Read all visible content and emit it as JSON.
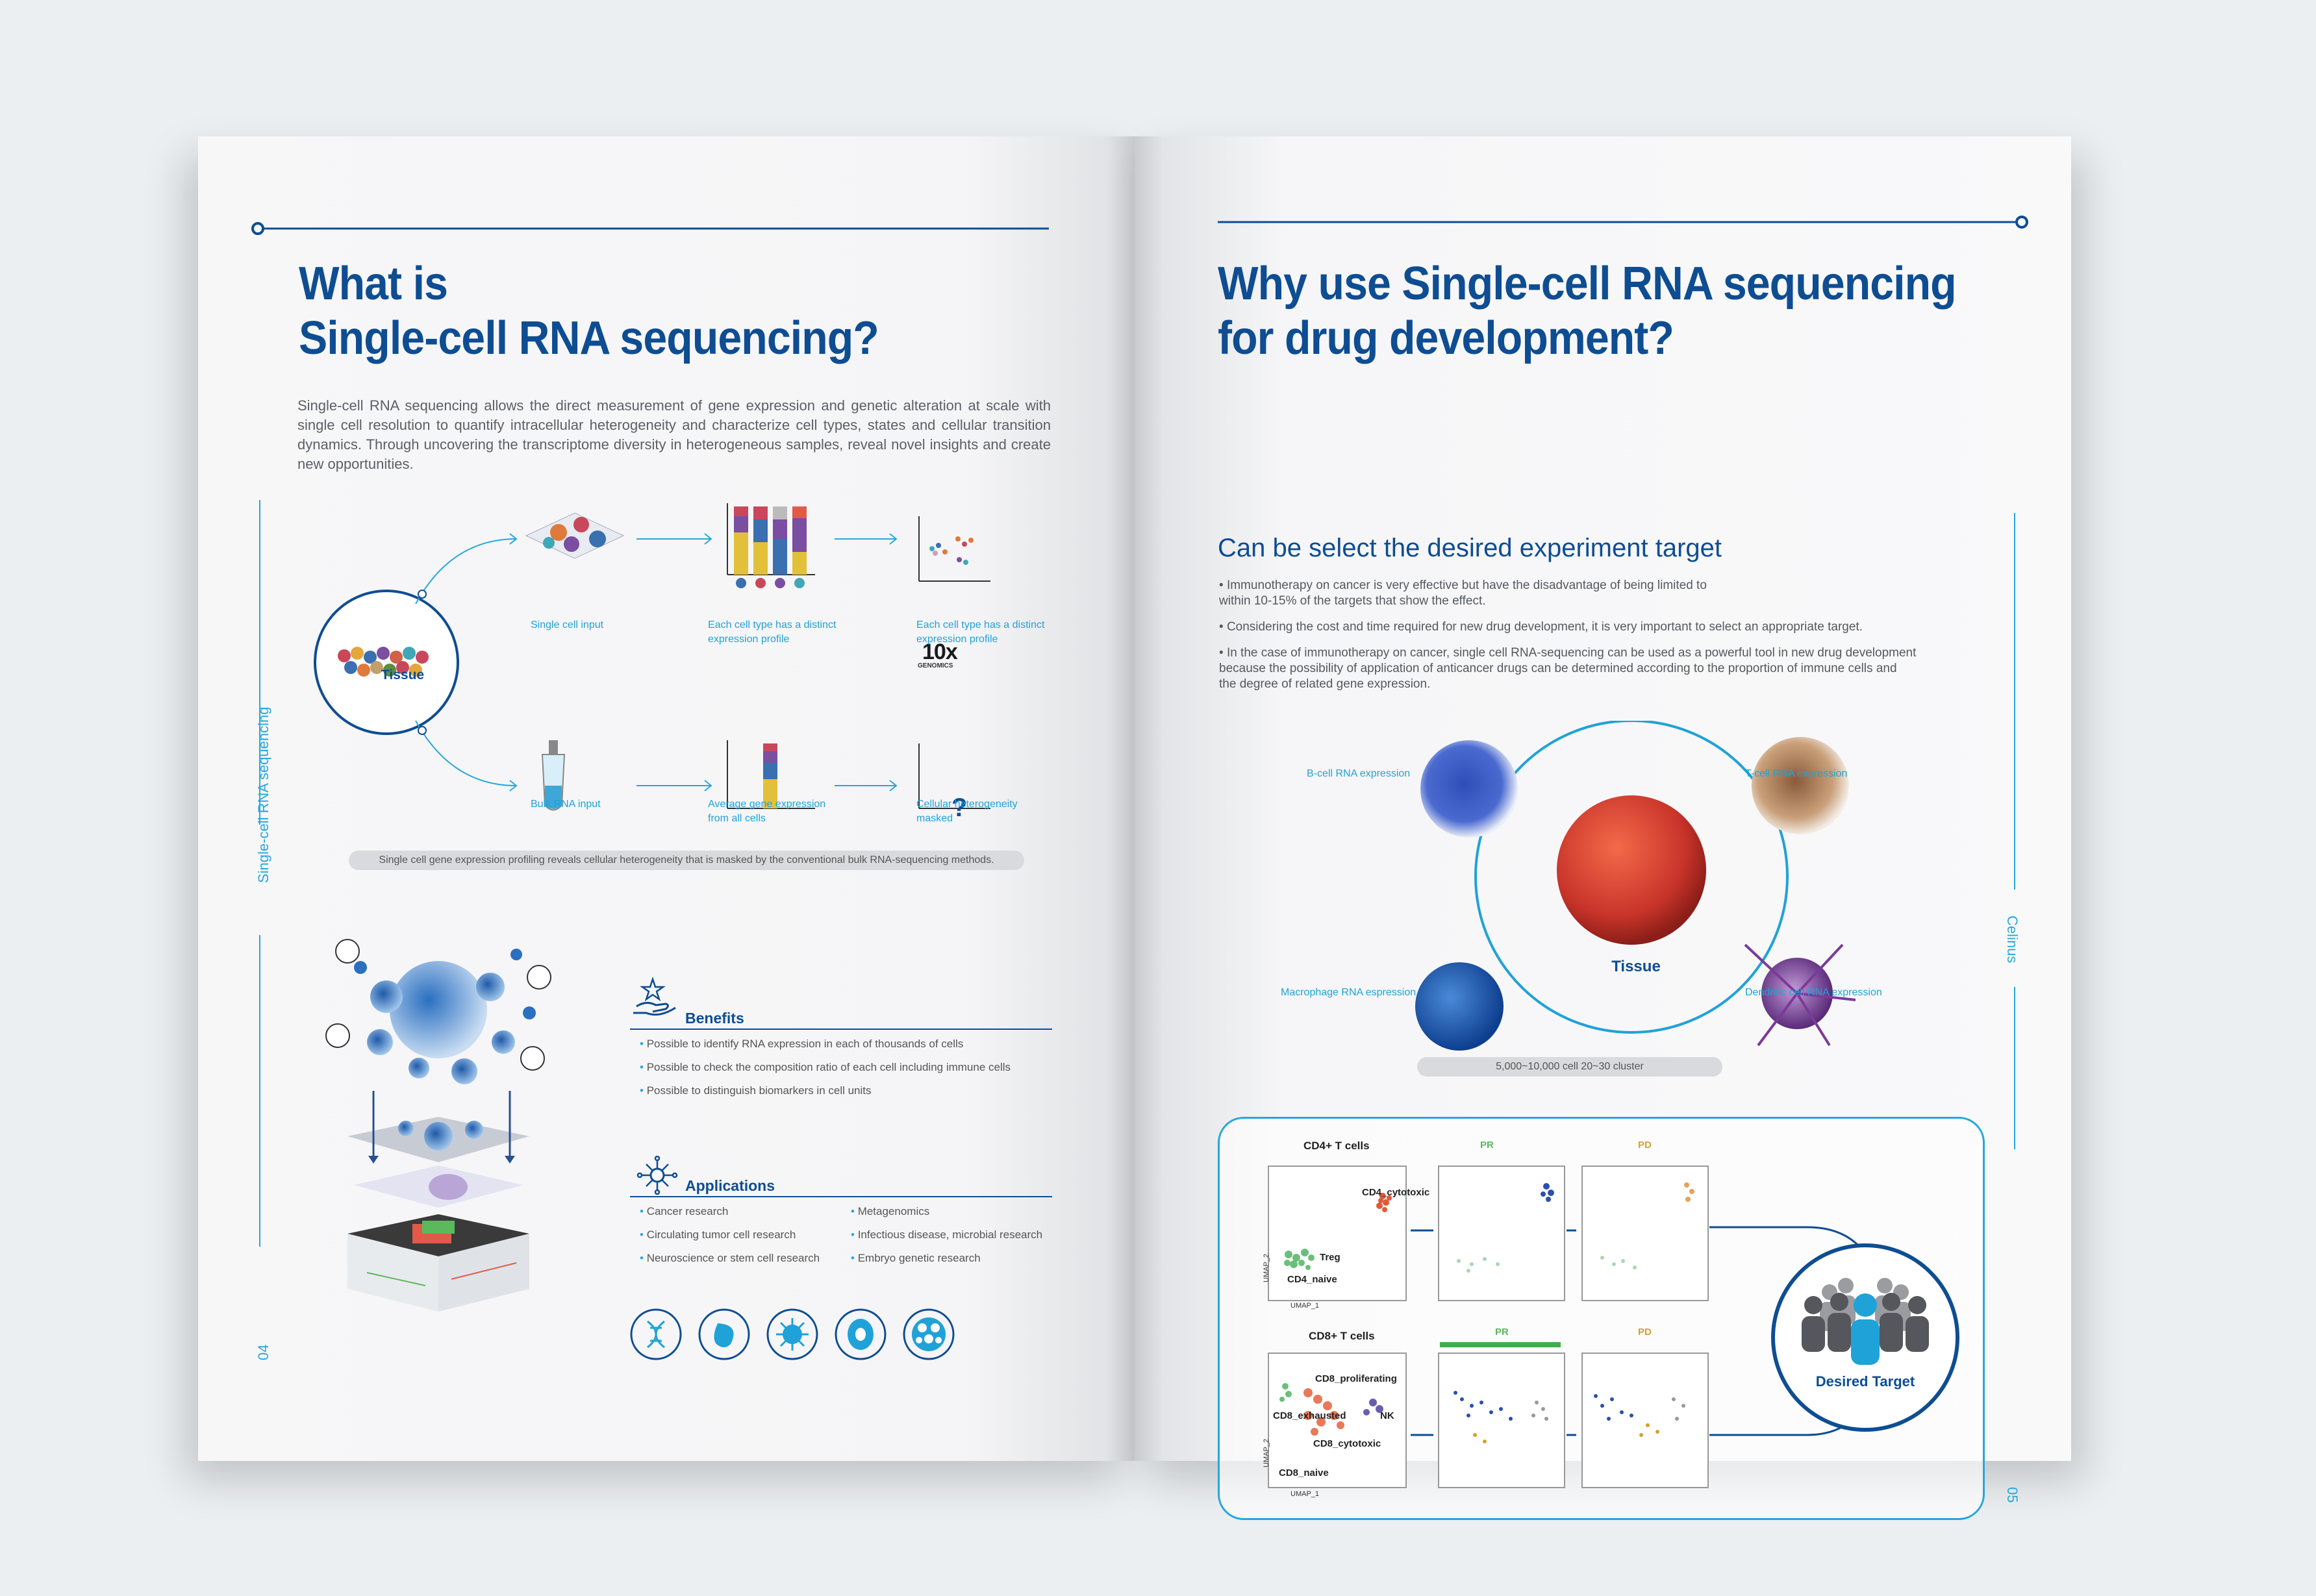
{
  "left": {
    "title_line1": "What is",
    "title_line2": "Single-cell RNA sequencing?",
    "intro": "Single-cell RNA sequencing allows the direct measurement of gene expression and genetic alteration at scale with single cell resolution to quantify intracellular heterogeneity and characterize cell types, states and cellular transition dynamics. Through uncovering the transcriptome diversity in heterogeneous samples, reveal novel insights and create new opportunities.",
    "diagram": {
      "tissue": "Tissue",
      "single_cell_input": "Single cell input",
      "each_cell_type_1": "Each cell type has a distinct expression profile",
      "each_cell_type_2": "Each cell type has a distinct expression profile",
      "logo_10x": "10x",
      "logo_genomics": "GENOMICS",
      "bulk_rna_input": "Bulk RNA input",
      "average_expression": "Average gene expression from all cells",
      "heterogeneity_masked": "Cellular heterogeneity masked",
      "question": "?",
      "caption": "Single cell gene expression profiling reveals cellular heterogeneity that is masked by the conventional bulk RNA-sequencing methods."
    },
    "benefits": {
      "heading": "Benefits",
      "items": [
        "Possible to identify RNA expression in each of thousands of cells",
        "Possible to check the composition ratio of each cell including immune cells",
        "Possible to distinguish biomarkers in cell units"
      ]
    },
    "applications": {
      "heading": "Applications",
      "col1": [
        "Cancer research",
        "Circulating tumor cell research",
        "Neuroscience or stem cell research"
      ],
      "col2": [
        "Metagenomics",
        "Infectious disease, microbial research",
        "Embryo genetic research"
      ]
    },
    "side_label": "Single-cell RNA sequencing",
    "page_number": "04"
  },
  "right": {
    "title_line1": "Why use Single-cell RNA sequencing",
    "title_line2": "for drug development?",
    "subtitle": "Can be select the desired experiment target",
    "bullets": [
      "Immunotherapy on cancer is very effective but have the disadvantage of being limited to\nwithin 10-15% of the targets that show the effect.",
      "Considering the cost and time required for new drug development, it is very important to select an appropriate target.",
      "In the case of immunotherapy on cancer, single cell RNA-sequencing can be used as a powerful tool in new drug development\nbecause the possibility of application of anticancer drugs can be determined according to the proportion of immune cells and\nthe degree of related gene expression."
    ],
    "cells": {
      "b_cell": "B-cell RNA expression",
      "t_cell": "T-cell RNA expression",
      "macrophage": "Macrophage RNA espression",
      "dendritic": "Dendritic cell RNA expression",
      "tissue": "Tissue",
      "pill": "5,000~10,000 cell 20~30 cluster"
    },
    "plots": {
      "cd4_title": "CD4+ T cells",
      "cd8_title": "CD8+ T cells",
      "pr": "PR",
      "pd": "PD",
      "cd4_cytotoxic": "CD4_cytotoxic",
      "treg": "Treg",
      "cd4_naive": "CD4_naive",
      "cd8_proliferating": "CD8_proliferating",
      "cd8_exhausted": "CD8_exhausted",
      "nk": "NK",
      "cd8_cytotoxic": "CD8_cytotoxic",
      "cd8_naive": "CD8_naive",
      "umap1": "UMAP_1",
      "umap2": "UMAP_2",
      "desired_target": "Desired Target"
    },
    "side_label": "Celinus",
    "page_number": "05"
  },
  "colors": {
    "brand_blue": "#0e4d92",
    "accent_cyan": "#1fa2d8"
  }
}
